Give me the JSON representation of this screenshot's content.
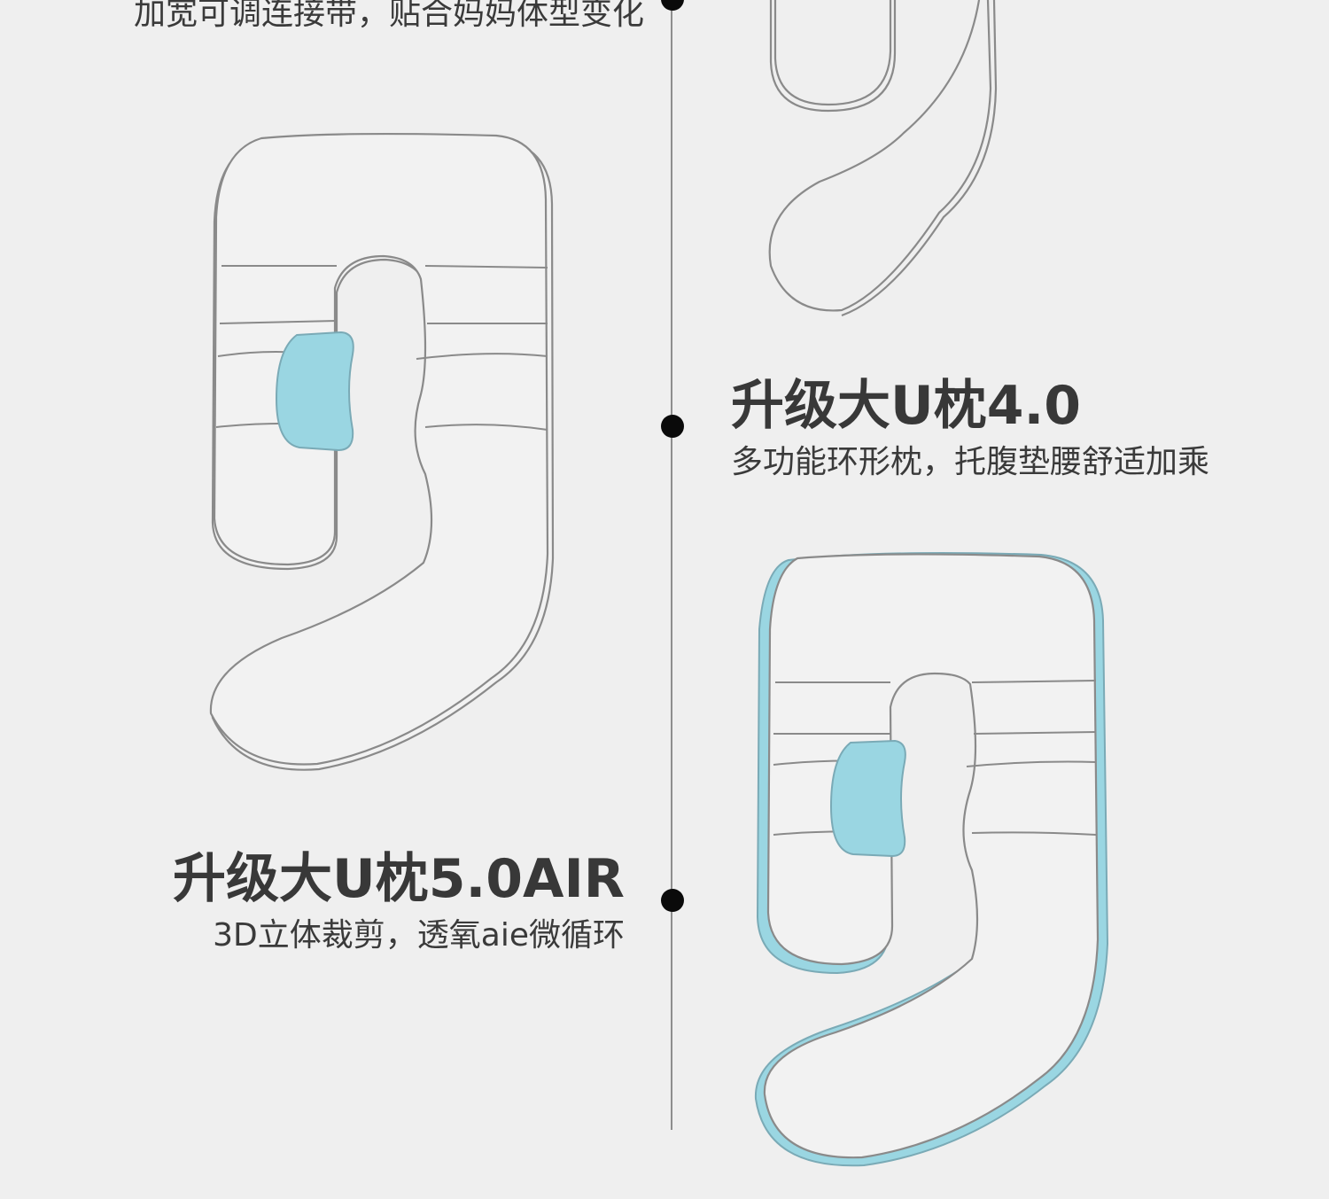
{
  "sections": [
    {
      "subtitle": "加宽可调连接带，贴合妈妈体型变化"
    },
    {
      "title": "升级大U枕4.0",
      "subtitle": "多功能环形枕，托腹垫腰舒适加乘"
    },
    {
      "title": "升级大U枕5.0AIR",
      "subtitle": "3D立体裁剪，透氧aie微循环"
    }
  ],
  "colors": {
    "background": "#efefef",
    "outline": "#8a8a8a",
    "accent_blue": "#9ad6e2",
    "timeline": "#8e8e8e",
    "dot": "#0a0a0a"
  }
}
